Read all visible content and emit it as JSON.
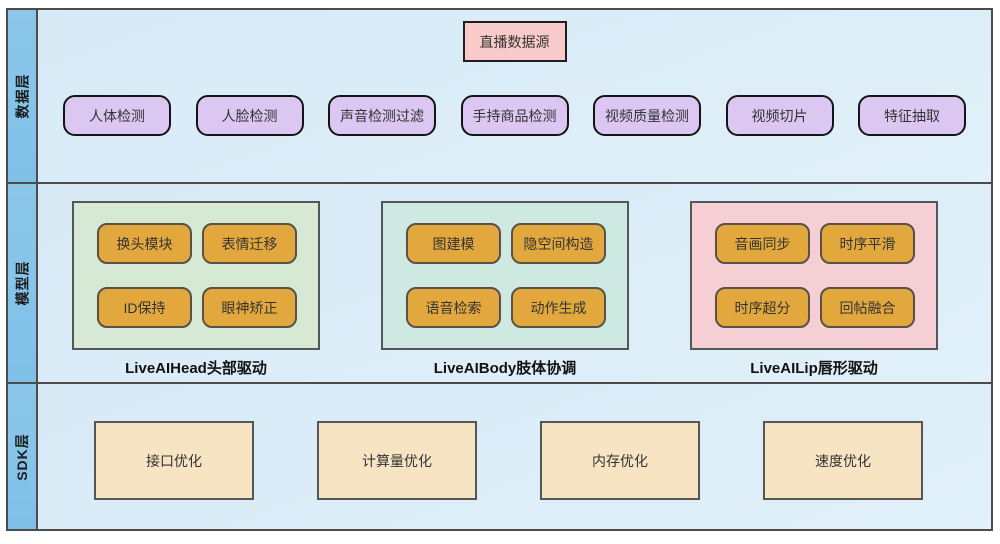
{
  "colors": {
    "strip_blue": "#85c3e8",
    "band_background": "#dcedf7",
    "border_dark": "#4c4c4c",
    "source_pink": "#f8cbca",
    "node_purple": "#dbc7f2",
    "node_gold": "#e3a83d",
    "container_green": "#d6e9d4",
    "container_teal": "#cde9e2",
    "container_pink": "#f6cfd4",
    "sdk_tan": "#f7e4c2"
  },
  "layers": {
    "data_layer": {
      "label": "数据层",
      "source_box": "直播数据源",
      "items": [
        "人体检测",
        "人脸检测",
        "声音检测过滤",
        "手持商品检测",
        "视频质量检测",
        "视频切片",
        "特征抽取"
      ]
    },
    "model_layer": {
      "label": "模型层",
      "groups": [
        {
          "title": "LiveAIHead头部驱动",
          "items": [
            "换头模块",
            "表情迁移",
            "ID保持",
            "眼神矫正"
          ]
        },
        {
          "title": "LiveAIBody肢体协调",
          "items": [
            "图建模",
            "隐空间构造",
            "语音检索",
            "动作生成"
          ]
        },
        {
          "title": "LiveAILip唇形驱动",
          "items": [
            "音画同步",
            "时序平滑",
            "时序超分",
            "回帖融合"
          ]
        }
      ]
    },
    "sdk_layer": {
      "label": "SDK层",
      "items": [
        "接口优化",
        "计算量优化",
        "内存优化",
        "速度优化"
      ]
    }
  }
}
